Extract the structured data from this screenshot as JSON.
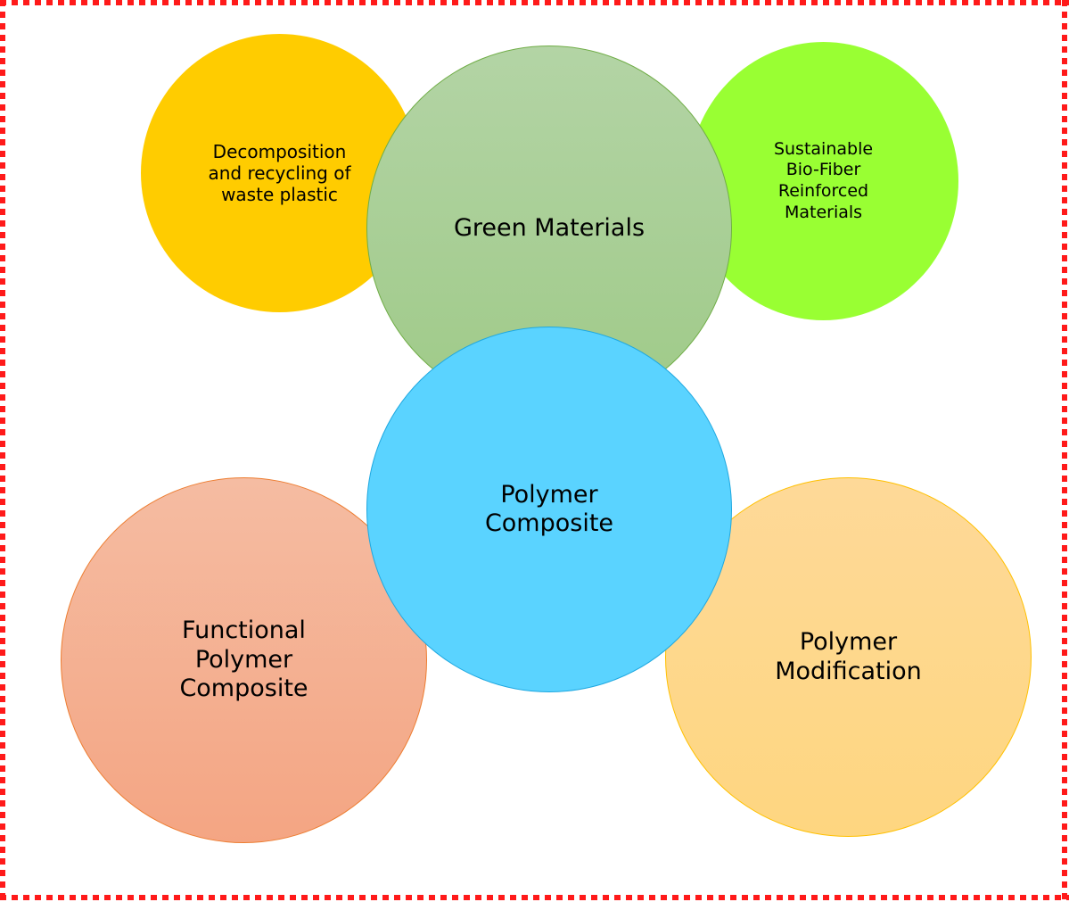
{
  "diagram": {
    "type": "bubble-cluster",
    "center": {
      "label": "Polymer\nComposite",
      "color": "#5ad3ff"
    },
    "nodes": [
      {
        "id": "waste-plastic",
        "label": "Decomposition\nand recycling of\nwaste plastic",
        "color": "#ffcc00"
      },
      {
        "id": "green-materials",
        "label": "Green Materials",
        "color": "#a9d08e"
      },
      {
        "id": "bio-fiber",
        "label": "Sustainable\nBio-Fiber\nReinforced\nMaterials",
        "color": "#99ff33"
      },
      {
        "id": "functional-composite",
        "label": "Functional\nPolymer\nComposite",
        "color": "#f4b183"
      },
      {
        "id": "polymer-modification",
        "label": "Polymer\nModification",
        "color": "#ffd886"
      }
    ],
    "frame_color": "#ff0000"
  }
}
